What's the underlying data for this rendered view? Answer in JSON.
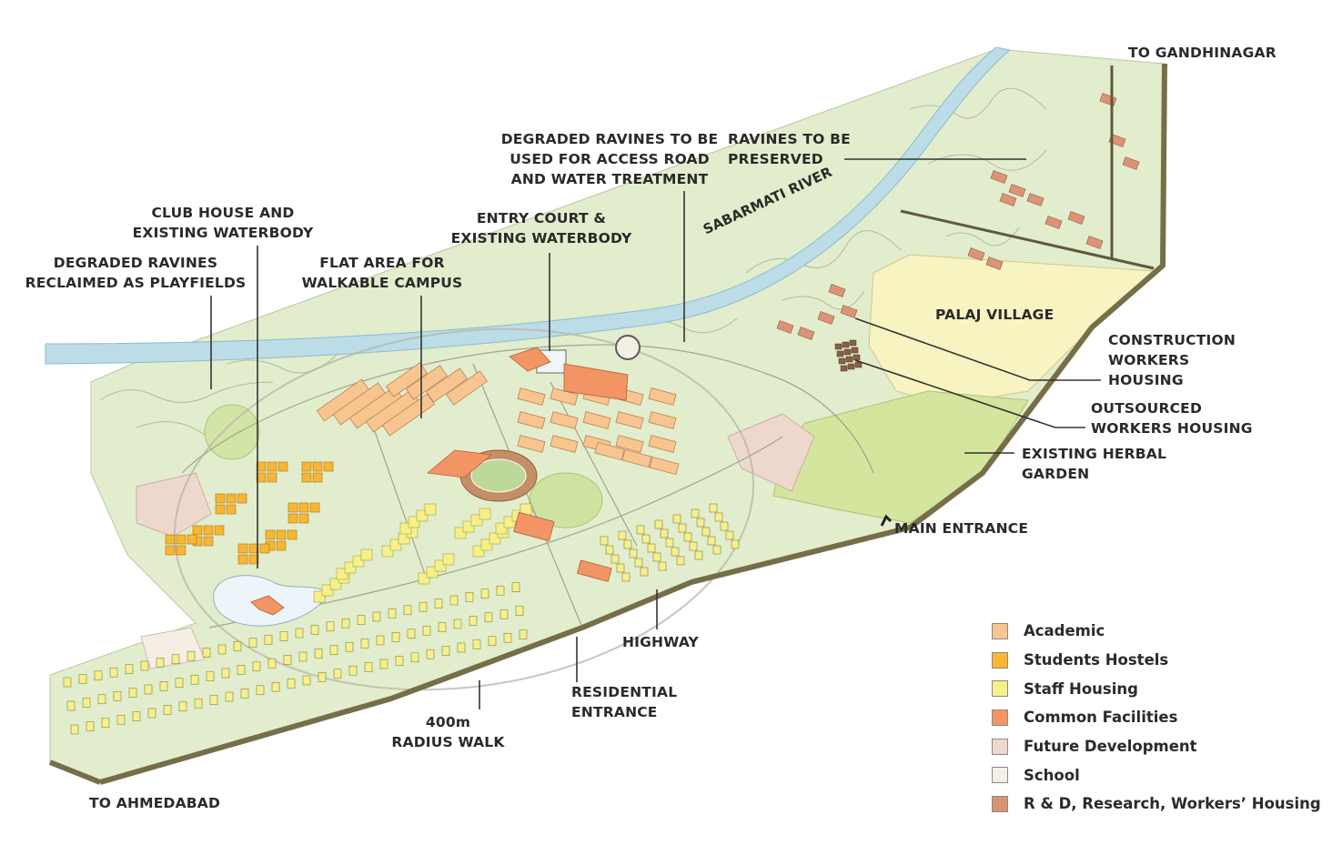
{
  "labels": {
    "to_gandhinagar": "TO GANDHINAGAR",
    "to_ahmedabad": "TO AHMEDABAD",
    "ravines_preserved": [
      "RAVINES TO BE",
      "PRESERVED"
    ],
    "degraded_access": [
      "DEGRADED RAVINES TO BE",
      "USED FOR ACCESS ROAD",
      "AND WATER TREATMENT"
    ],
    "club_house": [
      "CLUB HOUSE AND",
      "EXISTING WATERBODY"
    ],
    "entry_court": [
      "ENTRY COURT &",
      "EXISTING WATERBODY"
    ],
    "playfields": [
      "DEGRADED RAVINES",
      "RECLAIMED AS PLAYFIELDS"
    ],
    "flat_area": [
      "FLAT AREA FOR",
      "WALKABLE CAMPUS"
    ],
    "river": "SABARMATI RIVER",
    "palaj": "PALAJ VILLAGE",
    "construction": [
      "CONSTRUCTION",
      "WORKERS",
      "HOUSING"
    ],
    "outsourced": [
      "OUTSOURCED",
      "WORKERS HOUSING"
    ],
    "herbal": [
      "EXISTING HERBAL",
      "GARDEN"
    ],
    "main_entrance": "MAIN ENTRANCE",
    "highway": "HIGHWAY",
    "residential": [
      "RESIDENTIAL",
      "ENTRANCE"
    ],
    "radius": [
      "400m",
      "RADIUS WALK"
    ]
  },
  "legend": [
    {
      "label": "Academic",
      "color": "#f8c591"
    },
    {
      "label": "Students Hostels",
      "color": "#f7b733"
    },
    {
      "label": "Staff Housing",
      "color": "#f6f08a"
    },
    {
      "label": "Common Facilities",
      "color": "#f39464"
    },
    {
      "label": "Future Development",
      "color": "#eed8ce"
    },
    {
      "label": "School",
      "color": "#f4eee4"
    },
    {
      "label": "R & D, Research, Workers’ Housing",
      "color": "#dc9376"
    }
  ],
  "colors": {
    "site": "#e2edcd",
    "river": "#bcdde8",
    "village": "#f7f4c2",
    "herbal": "#d4e59e",
    "boundary": "#766e48"
  }
}
